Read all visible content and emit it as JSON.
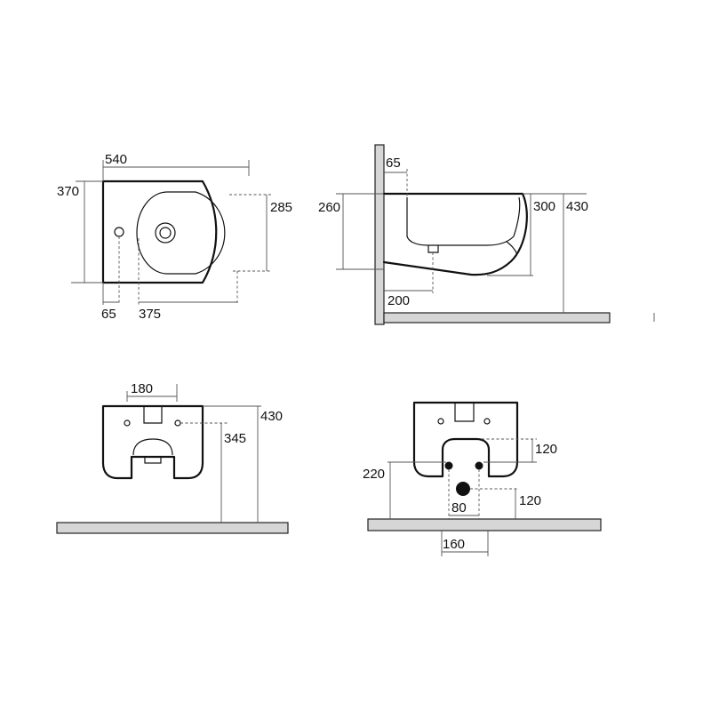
{
  "top_view": {
    "width": "540",
    "depth": "370",
    "bowl_depth": "285",
    "tap_offset": "65",
    "waste_offset": "375"
  },
  "side_view": {
    "wall_gap": "65",
    "rim_height": "260",
    "bowl_height": "300",
    "total_height": "430",
    "waste_distance": "200"
  },
  "front_view": {
    "fixing_spacing": "180",
    "fixing_height": "345",
    "total_height": "430"
  },
  "rear_view": {
    "inlet_height": "120",
    "outlet_height": "120",
    "fixing_height": "220",
    "outlet_width": "80",
    "fixing_spacing": "160"
  },
  "colors": {
    "outline": "#111111",
    "floor": "#d6d6d6"
  }
}
